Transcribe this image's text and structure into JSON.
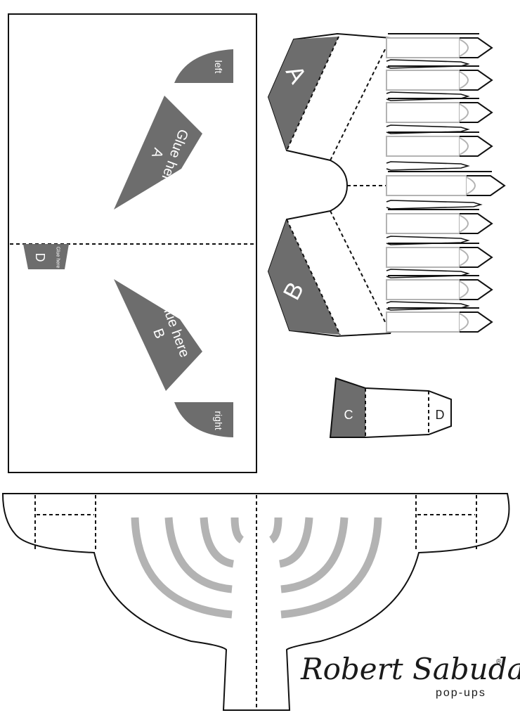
{
  "colors": {
    "fill_gray": "#6d6d6d",
    "light_gray": "#b3b3b3",
    "line": "#111111"
  },
  "card": {
    "tab_left": "left",
    "tab_right": "right",
    "glue_a_line1": "Glue here",
    "glue_a_line2": "A",
    "glue_b_line1": "Glue here",
    "glue_b_line2": "B",
    "tab_d_letter": "D",
    "tab_d_glue": "Glue here"
  },
  "candles": {
    "label_a": "A",
    "label_b": "B"
  },
  "stand": {
    "label_c": "C",
    "label_d": "D"
  },
  "brand": {
    "name": "Robert Sabuda",
    "registered": "®",
    "sub": "pop-ups"
  }
}
